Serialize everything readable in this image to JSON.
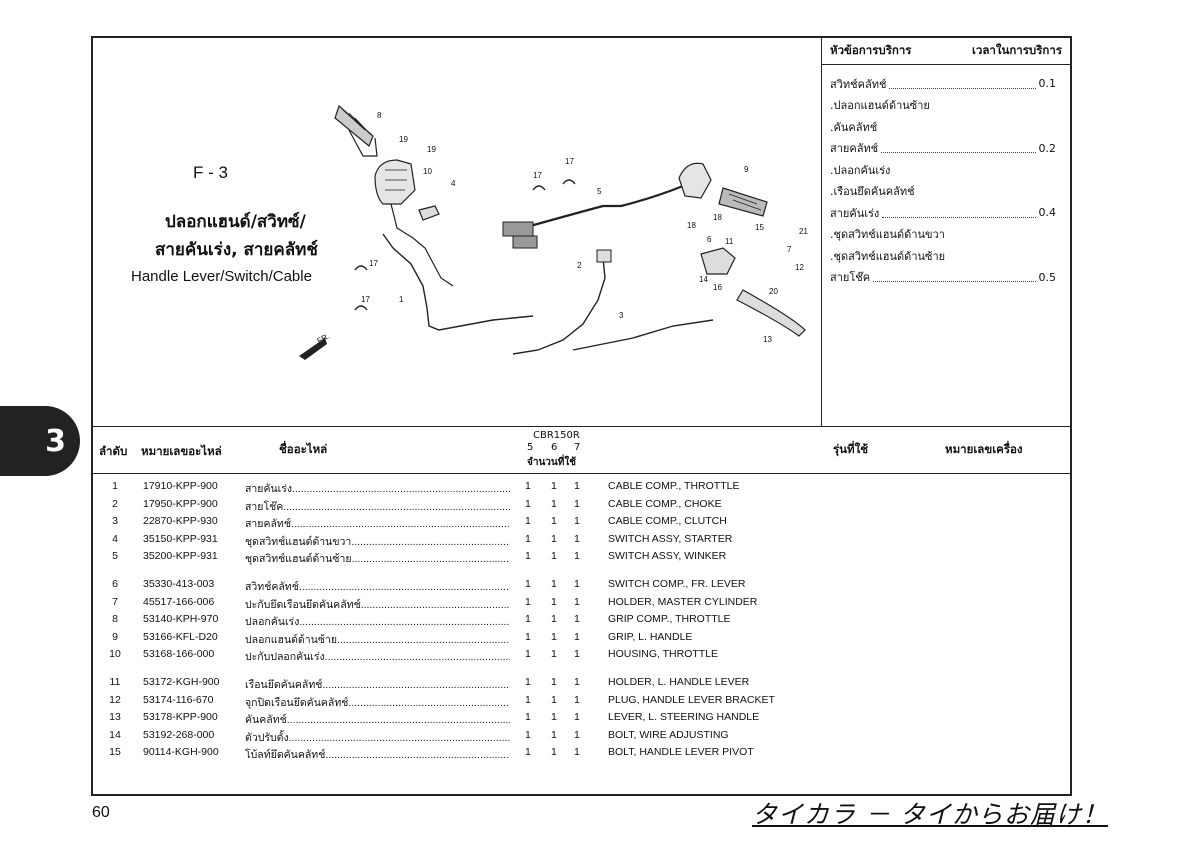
{
  "section_tab": "3",
  "diagram": {
    "code": "F - 3",
    "title_th_line1": "ปลอกแฮนด์/สวิทซ์/",
    "title_th_line2": "สายคันเร่ง, สายคลัทช์",
    "title_en": "Handle Lever/Switch/Cable",
    "fr_label": "FR.",
    "callouts": [
      "1",
      "2",
      "3",
      "4",
      "5",
      "6",
      "7",
      "8",
      "9",
      "10",
      "11",
      "12",
      "13",
      "14",
      "15",
      "16",
      "17",
      "18",
      "19",
      "20",
      "21"
    ]
  },
  "service": {
    "head_topic": "หัวข้อการบริการ",
    "head_time": "เวลาในการบริการ",
    "items": [
      {
        "name": "สวิทช์คลัทช์",
        "time": "0.1"
      },
      {
        "name": ".ปลอกแฮนด์ด้านซ้าย",
        "time": ""
      },
      {
        "name": ".คันคลัทช์",
        "time": ""
      },
      {
        "name": "สายคลัทช์",
        "time": "0.2"
      },
      {
        "name": ".ปลอกคันเร่ง",
        "time": ""
      },
      {
        "name": ".เรือนยึดคันคลัทช์",
        "time": ""
      },
      {
        "name": "สายคันเร่ง",
        "time": "0.4"
      },
      {
        "name": ".ชุดสวิทช์แฮนด์ด้านขวา",
        "time": ""
      },
      {
        "name": ".ชุดสวิทช์แฮนด์ด้านซ้าย",
        "time": ""
      },
      {
        "name": "สายโช๊ค",
        "time": "0.5"
      }
    ]
  },
  "parts_header": {
    "no": "ลำดับ",
    "part_no": "หมายเลขอะไหล่",
    "part_name": "ชื่ออะไหล่",
    "model": "CBR150R",
    "years": [
      "5",
      "6",
      "7"
    ],
    "qty": "จำนวนที่ใช้",
    "model_used": "รุ่นที่ใช้",
    "engine_no": "หมายเลขเครื่อง"
  },
  "parts": [
    {
      "no": "1",
      "pn": "17910-KPP-900",
      "th": "สายคันเร่ง",
      "q": [
        "1",
        "1",
        "1"
      ],
      "en": "CABLE COMP., THROTTLE"
    },
    {
      "no": "2",
      "pn": "17950-KPP-900",
      "th": "สายโช๊ค",
      "q": [
        "1",
        "1",
        "1"
      ],
      "en": "CABLE COMP., CHOKE"
    },
    {
      "no": "3",
      "pn": "22870-KPP-930",
      "th": "สายคลัทช์",
      "q": [
        "1",
        "1",
        "1"
      ],
      "en": "CABLE COMP., CLUTCH"
    },
    {
      "no": "4",
      "pn": "35150-KPP-931",
      "th": "ชุดสวิทช์แฮนด์ด้านขวา",
      "q": [
        "1",
        "1",
        "1"
      ],
      "en": "SWITCH ASSY, STARTER"
    },
    {
      "no": "5",
      "pn": "35200-KPP-931",
      "th": "ชุดสวิทช์แฮนด์ด้านซ้าย",
      "q": [
        "1",
        "1",
        "1"
      ],
      "en": "SWITCH ASSY, WINKER"
    },
    {
      "no": "6",
      "pn": "35330-413-003",
      "th": "สวิทช์คลัทช์",
      "q": [
        "1",
        "1",
        "1"
      ],
      "en": "SWITCH COMP., FR. LEVER"
    },
    {
      "no": "7",
      "pn": "45517-166-006",
      "th": "ปะกับยึดเรือนยึดคันคลัทช์",
      "q": [
        "1",
        "1",
        "1"
      ],
      "en": "HOLDER, MASTER CYLINDER"
    },
    {
      "no": "8",
      "pn": "53140-KPH-970",
      "th": "ปลอกคันเร่ง",
      "q": [
        "1",
        "1",
        "1"
      ],
      "en": "GRIP COMP., THROTTLE"
    },
    {
      "no": "9",
      "pn": "53166-KFL-D20",
      "th": "ปลอกแฮนด์ด้านซ้าย",
      "q": [
        "1",
        "1",
        "1"
      ],
      "en": "GRIP, L. HANDLE"
    },
    {
      "no": "10",
      "pn": "53168-166-000",
      "th": "ปะกับปลอกคันเร่ง",
      "q": [
        "1",
        "1",
        "1"
      ],
      "en": "HOUSING, THROTTLE"
    },
    {
      "no": "11",
      "pn": "53172-KGH-900",
      "th": "เรือนยึดคันคลัทช์",
      "q": [
        "1",
        "1",
        "1"
      ],
      "en": "HOLDER, L. HANDLE LEVER"
    },
    {
      "no": "12",
      "pn": "53174-116-670",
      "th": "จุกปิดเรือนยึดคันคลัทช์",
      "q": [
        "1",
        "1",
        "1"
      ],
      "en": "PLUG, HANDLE LEVER BRACKET"
    },
    {
      "no": "13",
      "pn": "53178-KPP-900",
      "th": "คันคลัทช์",
      "q": [
        "1",
        "1",
        "1"
      ],
      "en": "LEVER, L. STEERING HANDLE"
    },
    {
      "no": "14",
      "pn": "53192-268-000",
      "th": "ตัวปรับตั้ง",
      "q": [
        "1",
        "1",
        "1"
      ],
      "en": "BOLT, WIRE ADJUSTING"
    },
    {
      "no": "15",
      "pn": "90114-KGH-900",
      "th": "โบ้ลท์ยึดคันคลัทช์",
      "q": [
        "1",
        "1",
        "1"
      ],
      "en": "BOLT, HANDLE LEVER PIVOT"
    }
  ],
  "page_number": "60",
  "watermark_jp": "タイカラ － タイからお届け！"
}
